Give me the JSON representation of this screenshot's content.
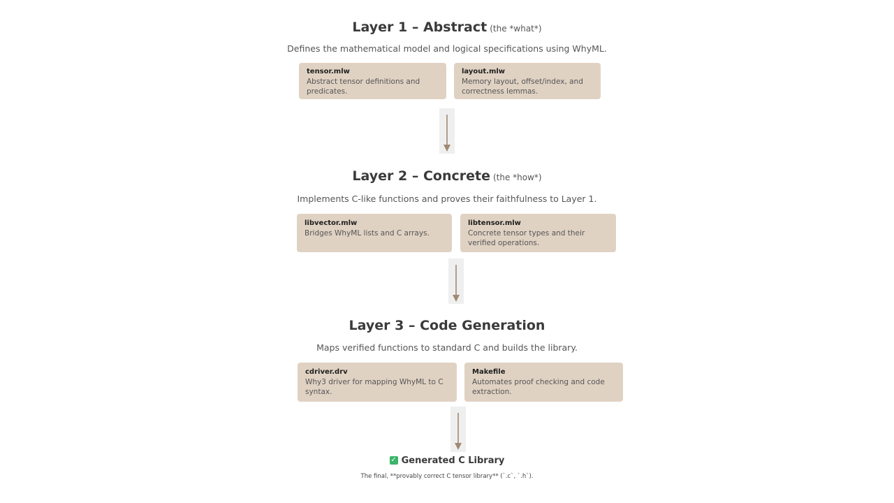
{
  "layers": [
    {
      "title": "Layer 1 – Abstract",
      "subtitle": "(the *what*)",
      "description": "Defines the mathematical model and logical specifications using WhyML.",
      "files": [
        {
          "name": "tensor.mlw",
          "desc": "Abstract tensor definitions and predicates."
        },
        {
          "name": "layout.mlw",
          "desc": "Memory layout, offset/index, and correctness lemmas."
        }
      ]
    },
    {
      "title": "Layer 2 – Concrete",
      "subtitle": "(the *how*)",
      "description": "Implements C-like functions and proves their faithfulness to Layer 1.",
      "files": [
        {
          "name": "libvector.mlw",
          "desc": "Bridges WhyML lists and C arrays."
        },
        {
          "name": "libtensor.mlw",
          "desc": "Concrete tensor types and their verified operations."
        }
      ]
    },
    {
      "title": "Layer 3 – Code Generation",
      "subtitle": "",
      "description": "Maps verified functions to standard C and builds the library.",
      "files": [
        {
          "name": "cdriver.drv",
          "desc": "Why3 driver for mapping WhyML to C syntax."
        },
        {
          "name": "Makefile",
          "desc": "Automates proof checking and code extraction."
        }
      ]
    }
  ],
  "result": {
    "icon": "check-box-icon",
    "title": "Generated C Library",
    "description": "The final, **provably correct C tensor library** (`.c`, `.h`)."
  },
  "colors": {
    "card": "#e0d2c3",
    "arrow": "#a08a72",
    "check": "#3ab46a"
  }
}
